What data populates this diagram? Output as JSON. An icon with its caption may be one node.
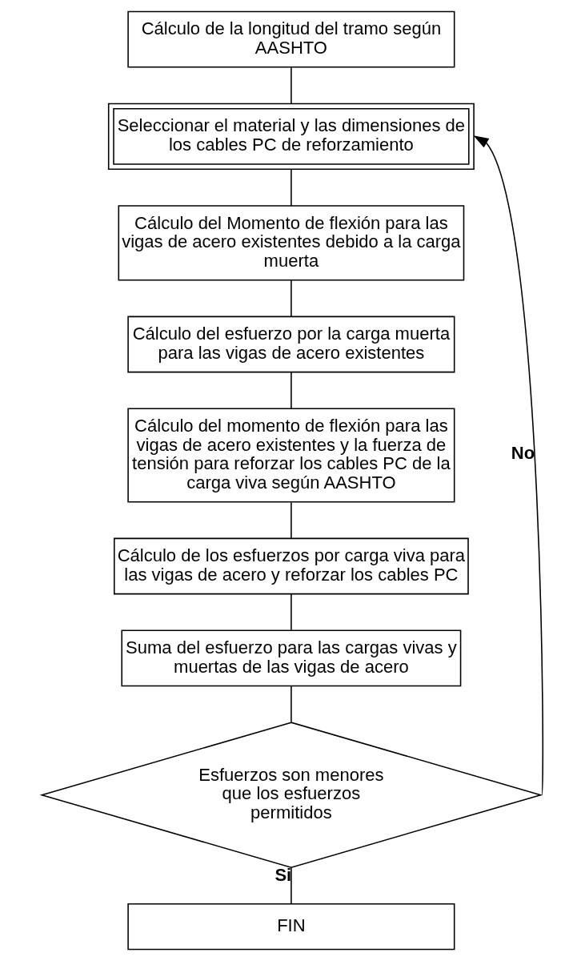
{
  "diagram": {
    "nodes": [
      {
        "text": [
          "Cálculo de la longitud del tramo según AASHTO"
        ]
      },
      {
        "text": [
          "Seleccionar el material y las dimensiones de los cables PC de reforzamiento"
        ]
      },
      {
        "text": [
          "Cálculo del Momento de flexión para las vigas de acero existentes debido a la carga muerta"
        ]
      },
      {
        "text": [
          "Cálculo del esfuerzo por la carga muerta para las vigas de acero existentes"
        ]
      },
      {
        "text": [
          "Cálculo del momento de flexión para las vigas de acero existentes y la fuerza de tensión para reforzar los cables PC de la carga viva según AASHTO"
        ]
      },
      {
        "text": [
          "Cálculo de los esfuerzos por carga viva para las vigas de acero y reforzar los cables PC"
        ]
      },
      {
        "text": [
          "Suma del esfuerzo para las cargas vivas y muertas de las vigas de acero"
        ]
      },
      {
        "text": [
          "Esfuerzos son menores que los esfuerzos permitidos"
        ]
      },
      {
        "text": [
          "FIN"
        ]
      }
    ],
    "edges": [
      {
        "from": 0,
        "to": 1,
        "arrow": "none"
      },
      {
        "from": 1,
        "to": 2,
        "arrow": "none"
      },
      {
        "from": 2,
        "to": 3,
        "arrow": "none"
      },
      {
        "from": 3,
        "to": 4,
        "arrow": "none"
      },
      {
        "from": 4,
        "to": 5,
        "arrow": "none"
      },
      {
        "from": 5,
        "to": 6,
        "arrow": "none"
      },
      {
        "from": 6,
        "to": 7,
        "arrow": "none"
      },
      {
        "from": 7,
        "to": 1,
        "arrow": "to",
        "label": "No"
      },
      {
        "from": 7,
        "to": 8,
        "arrow": "none",
        "label": "Si"
      }
    ]
  }
}
